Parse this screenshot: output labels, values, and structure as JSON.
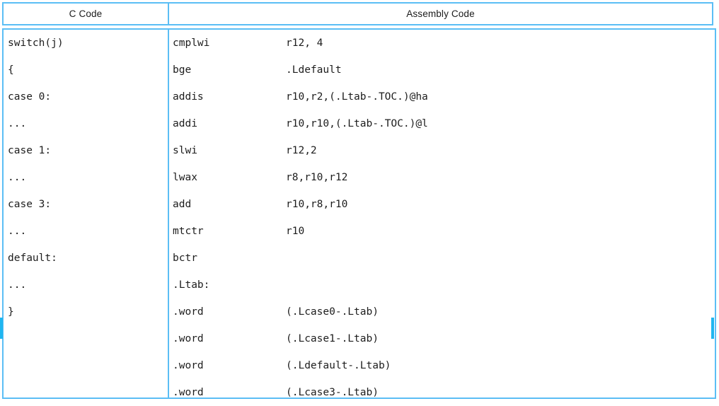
{
  "table": {
    "headers": {
      "c_code": "C Code",
      "assembly_code": "Assembly Code"
    },
    "c_code_lines": [
      "switch(j)",
      "{",
      "case 0:",
      "...",
      "case 1:",
      "...",
      "case 3:",
      "...",
      "default:",
      "...",
      "}"
    ],
    "assembly_lines": [
      {
        "mnemonic": "cmplwi",
        "operand": "r12, 4"
      },
      {
        "mnemonic": "bge",
        "operand": ".Ldefault"
      },
      {
        "mnemonic": "addis",
        "operand": "r10,r2,(.Ltab-.TOC.)@ha"
      },
      {
        "mnemonic": "addi",
        "operand": "r10,r10,(.Ltab-.TOC.)@l"
      },
      {
        "mnemonic": "slwi",
        "operand": "r12,2"
      },
      {
        "mnemonic": "lwax",
        "operand": "r8,r10,r12"
      },
      {
        "mnemonic": "add",
        "operand": "r10,r8,r10"
      },
      {
        "mnemonic": "mtctr",
        "operand": "r10"
      },
      {
        "mnemonic": "bctr",
        "operand": ""
      },
      {
        "mnemonic": ".Ltab:",
        "operand": ""
      },
      {
        "mnemonic": ".word",
        "operand": "(.Lcase0-.Ltab)"
      },
      {
        "mnemonic": ".word",
        "operand": "(.Lcase1-.Ltab)"
      },
      {
        "mnemonic": ".word",
        "operand": "(.Ldefault-.Ltab)"
      },
      {
        "mnemonic": ".word",
        "operand": "(.Lcase3-.Ltab)"
      }
    ]
  },
  "colors": {
    "border": "#5BBEF5",
    "scroll_nub": "#1FB6F0",
    "text": "#1d1d1d",
    "background": "#ffffff"
  }
}
